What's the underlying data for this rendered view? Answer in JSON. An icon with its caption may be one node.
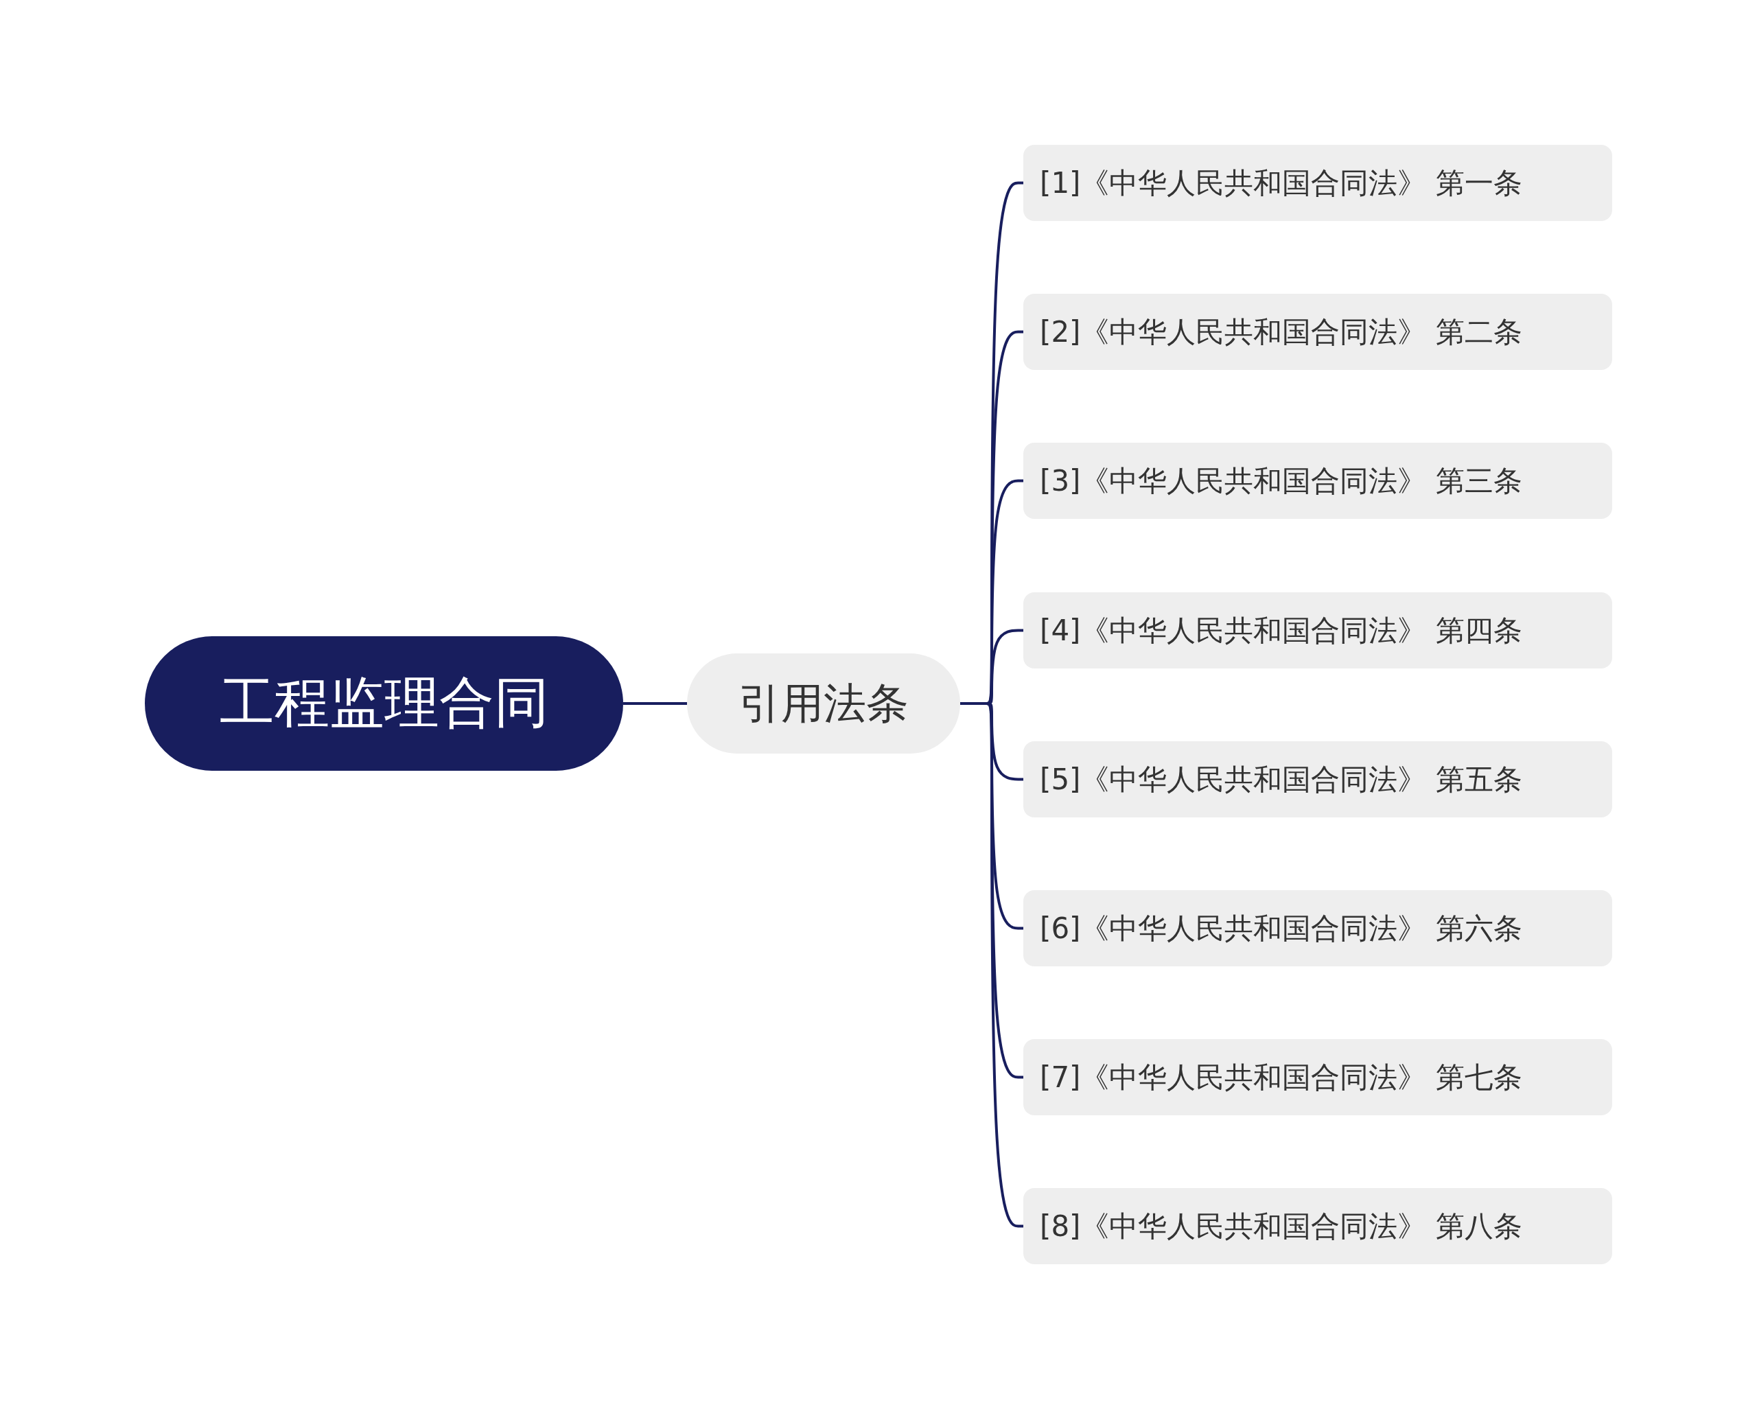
{
  "diagram": {
    "nodes": [
      {
        "text": [
          "工程监理合同"
        ]
      },
      {
        "text": [
          "引用法条"
        ]
      },
      {
        "text": [
          "[1]《中华人民共和国合同法》 第一条"
        ]
      },
      {
        "text": [
          "[2]《中华人民共和国合同法》 第二条"
        ]
      },
      {
        "text": [
          "[3]《中华人民共和国合同法》 第三条"
        ]
      },
      {
        "text": [
          "[4]《中华人民共和国合同法》 第四条"
        ]
      },
      {
        "text": [
          "[5]《中华人民共和国合同法》 第五条"
        ]
      },
      {
        "text": [
          "[6]《中华人民共和国合同法》 第六条"
        ]
      },
      {
        "text": [
          "[7]《中华人民共和国合同法》 第七条"
        ]
      },
      {
        "text": [
          "[8]《中华人民共和国合同法》 第八条"
        ]
      }
    ],
    "edges": [
      {
        "from": 0,
        "to": 1,
        "arrow": "none"
      },
      {
        "from": 1,
        "to": 2,
        "arrow": "none"
      },
      {
        "from": 1,
        "to": 3,
        "arrow": "none"
      },
      {
        "from": 1,
        "to": 4,
        "arrow": "none"
      },
      {
        "from": 1,
        "to": 5,
        "arrow": "none"
      },
      {
        "from": 1,
        "to": 6,
        "arrow": "none"
      },
      {
        "from": 1,
        "to": 7,
        "arrow": "none"
      },
      {
        "from": 1,
        "to": 8,
        "arrow": "none"
      },
      {
        "from": 1,
        "to": 9,
        "arrow": "none"
      }
    ]
  }
}
